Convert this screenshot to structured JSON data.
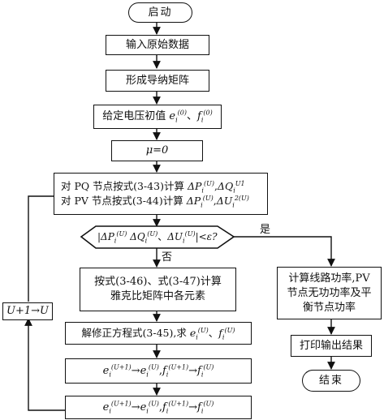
{
  "nodes": {
    "start": "启动",
    "input": "输入原始数据",
    "admittance": "形成导纳矩阵",
    "init_voltage_label": "给定电压初值",
    "mu_init": "μ=0",
    "pq_label": "对 PQ 节点按式(3-43)计算",
    "pv_label": "对 PV 节点按式(3-44)计算",
    "decision_suffix": "<ε?",
    "jacobian_line1": "按式(3-46)、式(3-47)计算",
    "jacobian_line2": "雅克比矩阵中各元素",
    "solve_label": "解修正方程式(3-45),求",
    "counter": "U+1→U",
    "result_line1": "计算线路功率,PV",
    "result_line2": "节点无功功率及平",
    "result_line3": "衡节点功率",
    "print": "打印输出结果",
    "end": "结束"
  },
  "edge_labels": {
    "yes": "是",
    "no": "否"
  }
}
